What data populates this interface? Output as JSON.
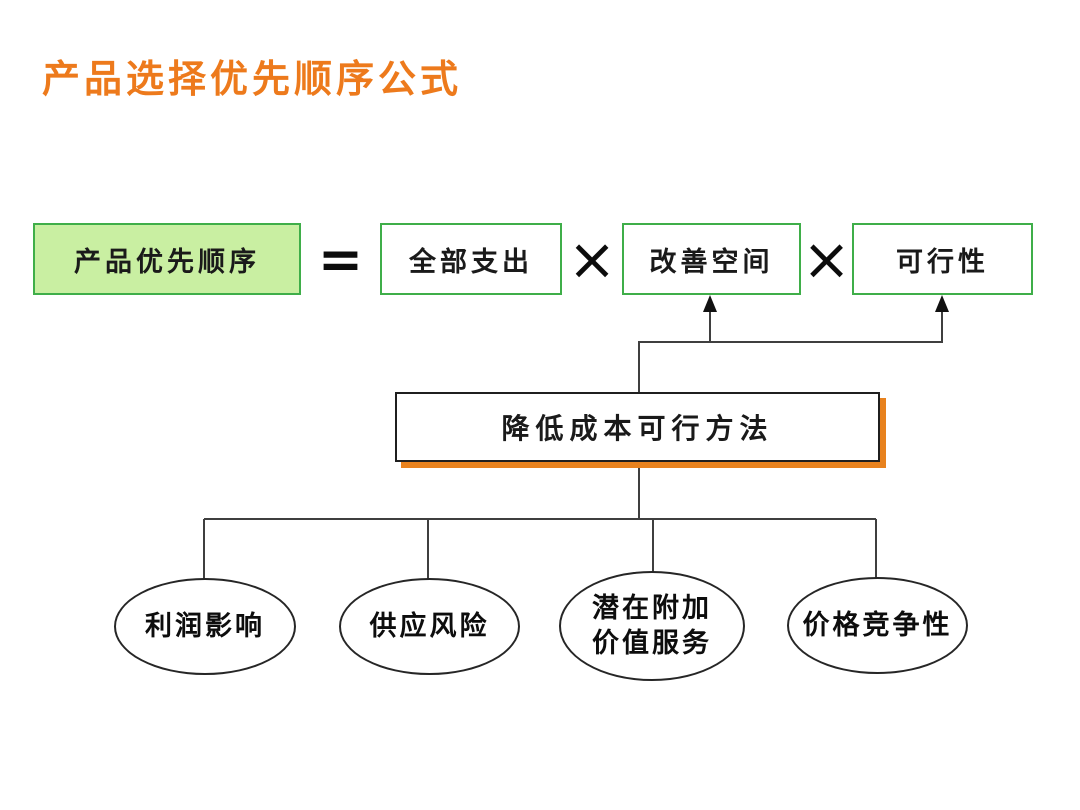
{
  "slide": {
    "title": "产品选择优先顺序公式",
    "colors": {
      "title_orange": "#ED7A1C",
      "green_border": "#3FAE49",
      "green_fill": "#C9EFA2",
      "shadow_orange": "#E8821E",
      "line_color": "#3F3F3F",
      "text_black": "#1A1A1A"
    },
    "formula": {
      "result": "产品优先顺序",
      "equals_sign": "=",
      "times_sign": "×",
      "factors": [
        "全部支出",
        "改善空间",
        "可行性"
      ]
    },
    "method_box_label": "降低成本可行方法",
    "ellipses": [
      {
        "lines": [
          "利润影响"
        ]
      },
      {
        "lines": [
          "供应风险"
        ]
      },
      {
        "lines": [
          "潜在附加",
          "价值服务"
        ]
      },
      {
        "lines": [
          "价格竞争性"
        ]
      }
    ]
  }
}
